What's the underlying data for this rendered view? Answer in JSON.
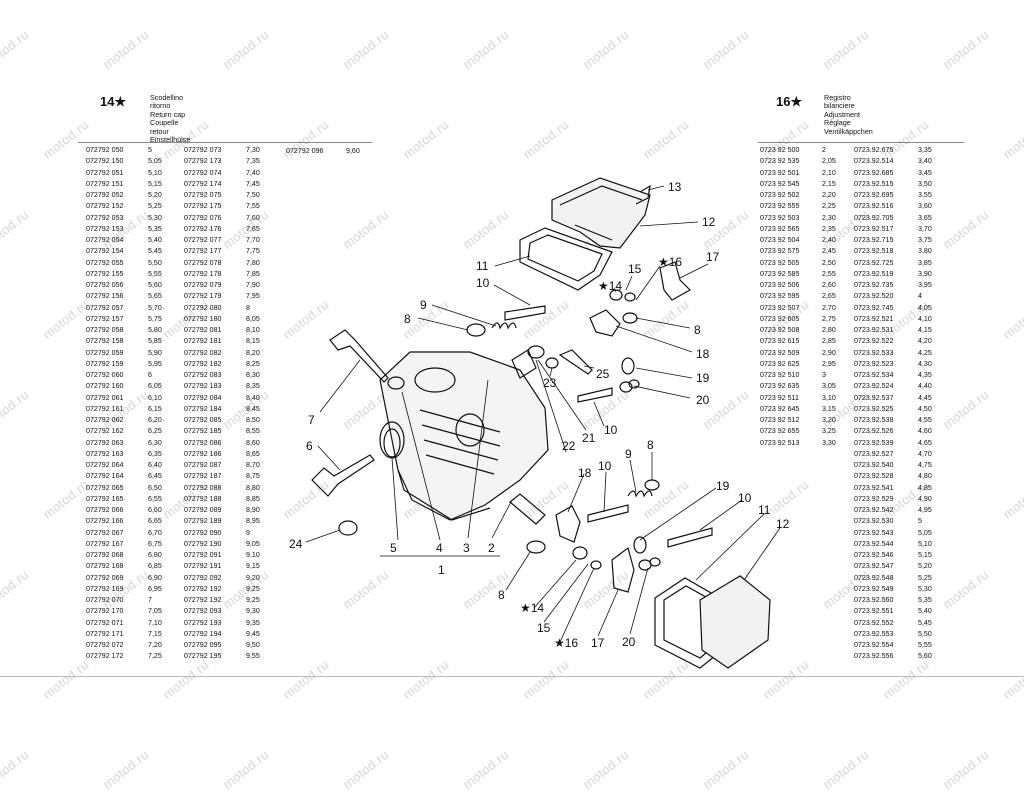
{
  "watermark": "motod.ru",
  "left_group": {
    "number": "14",
    "star": "★",
    "names": [
      "Scodellino ritorno",
      "Return cap",
      "Coupelle retour",
      "Einstellhülse"
    ]
  },
  "right_group": {
    "number": "16",
    "star": "★",
    "names": [
      "Registro bilanciere",
      "Adjustment",
      "Réglage",
      "Ventilkäppchen"
    ]
  },
  "left_table": {
    "col1_codes": [
      "072792 050",
      "072792 150",
      "072792 051",
      "072792 151",
      "072792 052",
      "072792 152",
      "072792 053",
      "072792 153",
      "072792 054",
      "072792 154",
      "072792 055",
      "072792 155",
      "072792 056",
      "072792 156",
      "072792 057",
      "072792 157",
      "072792 058",
      "072792 158",
      "072792 059",
      "072792 159",
      "072792 060",
      "072792 160",
      "072792 061",
      "072792 161",
      "072792 062",
      "072792 162",
      "072792 063",
      "072792 163",
      "072792 064",
      "072792 164",
      "072792 065",
      "072792 165",
      "072792 066",
      "072792 166",
      "072792 067",
      "072792 167",
      "072792 068",
      "072792 168",
      "072792 069",
      "072792 169",
      "072792 070",
      "072792 170",
      "072792 071",
      "072792 171",
      "072792 072",
      "072792 172"
    ],
    "col1_sizes": [
      "5",
      "5,05",
      "5,10",
      "5,15",
      "5,20",
      "5,25",
      "5,30",
      "5,35",
      "5,40",
      "5,45",
      "5,50",
      "5,55",
      "5,60",
      "5,65",
      "5,70",
      "5,75",
      "5,80",
      "5,85",
      "5,90",
      "5,95",
      "6",
      "6,05",
      "6,10",
      "6,15",
      "6,20",
      "6,25",
      "6,30",
      "6,35",
      "6,40",
      "6,45",
      "6,50",
      "6,55",
      "6,60",
      "6,65",
      "6,70",
      "6,75",
      "6,80",
      "6,85",
      "6,90",
      "6,95",
      "7",
      "7,05",
      "7,10",
      "7,15",
      "7,20",
      "7,25"
    ],
    "col2_codes": [
      "072792 073",
      "072792 173",
      "072792 074",
      "072792 174",
      "072792 075",
      "072792 175",
      "072792 076",
      "072792 176",
      "072792 077",
      "072792 177",
      "072792 078",
      "072792 178",
      "072792 079",
      "072792 179",
      "072792 080",
      "072792 180",
      "072792 081",
      "072792 181",
      "072792 082",
      "072792 182",
      "072792 083",
      "072792 183",
      "072792 084",
      "072792 184",
      "072792 085",
      "072792 185",
      "072792 086",
      "072792 186",
      "072792 087",
      "072792 187",
      "072792 088",
      "072792 188",
      "072792 089",
      "072792 189",
      "072792 090",
      "072792 190",
      "072792 091",
      "072792 191",
      "072792 092",
      "072792 192",
      "072792 192",
      "072792 093",
      "072792 193",
      "072792 194",
      "072792 095",
      "072792 195"
    ],
    "col2_sizes": [
      "7,30",
      "7,35",
      "7,40",
      "7,45",
      "7,50",
      "7,55",
      "7,60",
      "7,65",
      "7,70",
      "7,75",
      "7,80",
      "7,85",
      "7,90",
      "7,95",
      "8",
      "8,05",
      "8,10",
      "8,15",
      "8,20",
      "8,25",
      "8,30",
      "8,35",
      "8,40",
      "8,45",
      "8,50",
      "8,55",
      "8,60",
      "8,65",
      "8,70",
      "8,75",
      "8,80",
      "8,85",
      "8,90",
      "8,95",
      "9",
      "9,05",
      "9,10",
      "9,15",
      "9,20",
      "9,25",
      "9,25",
      "9,30",
      "9,35",
      "9,45",
      "9,50",
      "9,55"
    ],
    "extra_code": "072792 096",
    "extra_size": "9,60"
  },
  "right_table": {
    "col1_codes": [
      "0723 92 500",
      "0723 92 535",
      "0723 92 501",
      "0723 92 545",
      "0723 92 502",
      "0723 92 555",
      "0723 92 503",
      "0723 92 565",
      "0723 92 504",
      "0723 92 575",
      "0723 92 505",
      "0723 92 585",
      "0723 92 506",
      "0723 92 595",
      "0723 92 507",
      "0723 92 605",
      "0723 92 508",
      "0723 92 615",
      "0723 92 509",
      "0723 92 625",
      "0723 92 510",
      "0723 92 635",
      "0723 92 511",
      "0723 92 645",
      "0723 92 512",
      "0723 92 655",
      "0723 92 513"
    ],
    "col1_sizes": [
      "2",
      "2,05",
      "2,10",
      "2,15",
      "2,20",
      "2,25",
      "2,30",
      "2,35",
      "2,40",
      "2,45",
      "2,50",
      "2,55",
      "2,60",
      "2,65",
      "2,70",
      "2,75",
      "2,80",
      "2,85",
      "2,90",
      "2,95",
      "3",
      "3,05",
      "3,10",
      "3,15",
      "3,20",
      "3,25",
      "3,30"
    ],
    "col2_codes": [
      "0723.92.675",
      "0723.92.514",
      "0723.92.685",
      "0723.92.515",
      "0723.92.695",
      "0723.92.516",
      "0723.92.705",
      "0723.92.517",
      "0723.92.715",
      "0723.92.518",
      "0723.92.725",
      "0723.92.519",
      "0723.92.735",
      "0723.92.520",
      "0723.92.745",
      "0723.92.521",
      "0723.92.531",
      "0723.92.522",
      "0723.92.533",
      "0723.92.523",
      "0723.92.534",
      "0723.92.524",
      "0723.92.537",
      "0723.92.525",
      "0723.92.538",
      "0723.92.526",
      "0723.92.539",
      "0723.92.527",
      "0723.92.540",
      "0723.92.528",
      "0723.92.541",
      "0723.92.529",
      "0723.92.542",
      "0723.92.530",
      "0723.92.543",
      "0723.92.544",
      "0723.92.546",
      "0723.92.547",
      "0723.92.548",
      "0723.92.549",
      "0723.92.560",
      "0723.92.551",
      "0723.92.552",
      "0723.92.553",
      "0723.92.554",
      "0723.92.556"
    ],
    "col2_sizes": [
      "3,35",
      "3,40",
      "3,45",
      "3,50",
      "3,55",
      "3,60",
      "3,65",
      "3,70",
      "3,75",
      "3,80",
      "3,85",
      "3,90",
      "3,95",
      "4",
      "4,05",
      "4,10",
      "4,15",
      "4,20",
      "4,25",
      "4,30",
      "4,35",
      "4,40",
      "4,45",
      "4,50",
      "4,55",
      "4,60",
      "4,65",
      "4,70",
      "4,75",
      "4,80",
      "4,85",
      "4,90",
      "4,95",
      "5",
      "5,05",
      "5,10",
      "5,15",
      "5,20",
      "5,25",
      "5,30",
      "5,35",
      "5,40",
      "5,45",
      "5,50",
      "5,55",
      "5,60"
    ]
  },
  "diagram": {
    "labels": {
      "l1": "1",
      "l2": "2",
      "l3": "3",
      "l4": "4",
      "l5": "5",
      "l6": "6",
      "l7": "7",
      "l8a": "8",
      "l8b": "8",
      "l8c": "8",
      "l8d": "8",
      "l9a": "9",
      "l9b": "9",
      "l10a": "10",
      "l10b": "10",
      "l10c": "10",
      "l11a": "11",
      "l11b": "11",
      "l12a": "12",
      "l12b": "12",
      "l13": "13",
      "l14a": "★14",
      "l14b": "★14",
      "l15a": "15",
      "l15b": "15",
      "l16a": "★16",
      "l16b": "★16",
      "l17a": "17",
      "l17b": "17",
      "l18a": "18",
      "l18b": "18",
      "l19a": "19",
      "l19b": "19",
      "l20a": "20",
      "l20b": "20",
      "l21": "21",
      "l22": "22",
      "l23": "23",
      "l24": "24",
      "l25": "25"
    }
  }
}
